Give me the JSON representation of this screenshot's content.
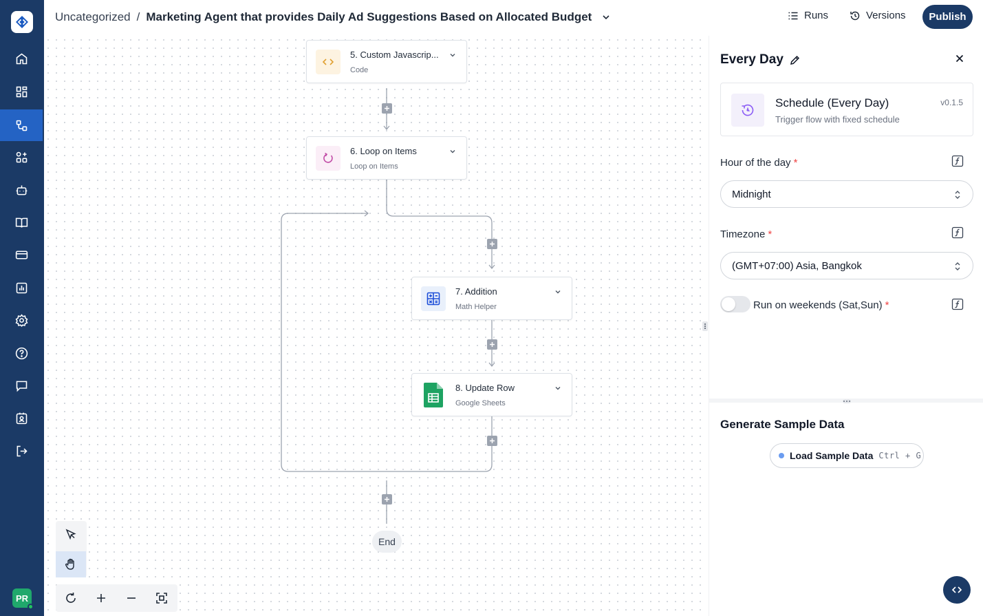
{
  "header": {
    "folder": "Uncategorized",
    "separator": "/",
    "flow_title": "Marketing Agent that provides Daily Ad Suggestions Based on Allocated Budget",
    "runs_label": "Runs",
    "versions_label": "Versions",
    "publish_label": "Publish"
  },
  "sidebar": {
    "avatar_initials": "PR",
    "items": [
      "home-icon",
      "dashboard-icon",
      "flows-icon",
      "apps-icon",
      "bot-icon",
      "book-icon",
      "card-icon",
      "chart-icon",
      "settings-icon",
      "help-icon",
      "chat-icon",
      "badge-icon",
      "logout-icon"
    ],
    "active_index": 2
  },
  "canvas": {
    "nodes": [
      {
        "title": "5. Custom Javascrip...",
        "subtitle": "Code"
      },
      {
        "title": "6. Loop on Items",
        "subtitle": "Loop on Items"
      },
      {
        "title": "7. Addition",
        "subtitle": "Math Helper"
      },
      {
        "title": "8. Update Row",
        "subtitle": "Google Sheets"
      }
    ],
    "end_label": "End"
  },
  "panel": {
    "title": "Every Day",
    "trigger": {
      "name": "Schedule (Every Day)",
      "description": "Trigger flow with fixed schedule",
      "version": "v0.1.5"
    },
    "hour_label": "Hour of the day",
    "hour_value": "Midnight",
    "timezone_label": "Timezone",
    "timezone_value": "(GMT+07:00) Asia, Bangkok",
    "weekends_label": "Run on weekends (Sat,Sun)",
    "weekends_enabled": false,
    "required_mark": "*",
    "sample_title": "Generate Sample Data",
    "sample_button": "Load Sample Data",
    "sample_shortcut": "Ctrl + G"
  },
  "colors": {
    "sidebar": "#1b3a66",
    "active": "#2463c4",
    "required": "#ef4444"
  }
}
